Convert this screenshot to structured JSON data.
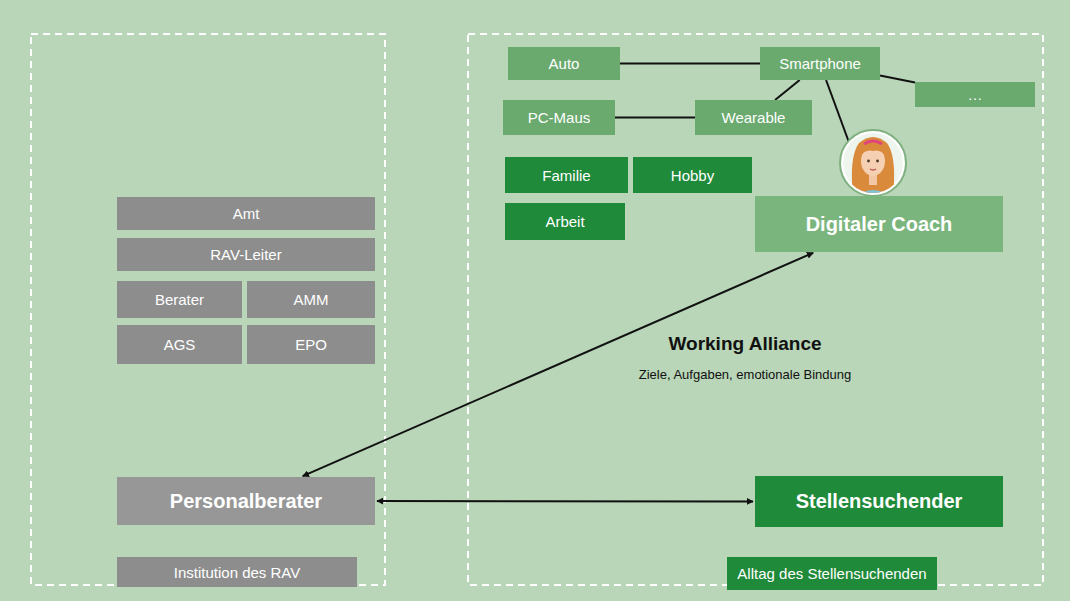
{
  "diagram": {
    "nodes": [
      {
        "text": [
          "Amt"
        ]
      },
      {
        "text": [
          "RAV-Leiter"
        ]
      },
      {
        "text": [
          "Berater"
        ]
      },
      {
        "text": [
          "AMM"
        ]
      },
      {
        "text": [
          "AGS"
        ]
      },
      {
        "text": [
          "EPO"
        ]
      },
      {
        "text": [
          "Personalberater"
        ]
      },
      {
        "text": [
          "Institution des RAV"
        ]
      },
      {
        "text": [
          "Auto"
        ]
      },
      {
        "text": [
          "Smartphone"
        ]
      },
      {
        "text": [
          "…"
        ]
      },
      {
        "text": [
          "PC-Maus"
        ]
      },
      {
        "text": [
          "Wearable"
        ]
      },
      {
        "text": [
          "Familie"
        ]
      },
      {
        "text": [
          "Hobby"
        ]
      },
      {
        "text": [
          "Arbeit"
        ]
      },
      {
        "text": [
          "Digitaler Coach"
        ]
      },
      {
        "text": [
          "Stellensuchender"
        ]
      },
      {
        "text": [
          "Alltag des Stellensuchenden"
        ]
      }
    ],
    "edges": [
      {
        "from": 8,
        "to": 9,
        "arrow": "none"
      },
      {
        "from": 9,
        "to": 10,
        "arrow": "none"
      },
      {
        "from": 11,
        "to": 12,
        "arrow": "none"
      },
      {
        "from": 12,
        "to": 9,
        "arrow": "none"
      },
      {
        "from": 9,
        "to": 16,
        "arrow": "none"
      },
      {
        "from": 16,
        "to": 6,
        "arrow": "both"
      },
      {
        "from": 6,
        "to": 17,
        "arrow": "both"
      }
    ],
    "labels": [
      "Working Alliance",
      "Ziele, Aufgaben, emotionale Bindung"
    ]
  }
}
